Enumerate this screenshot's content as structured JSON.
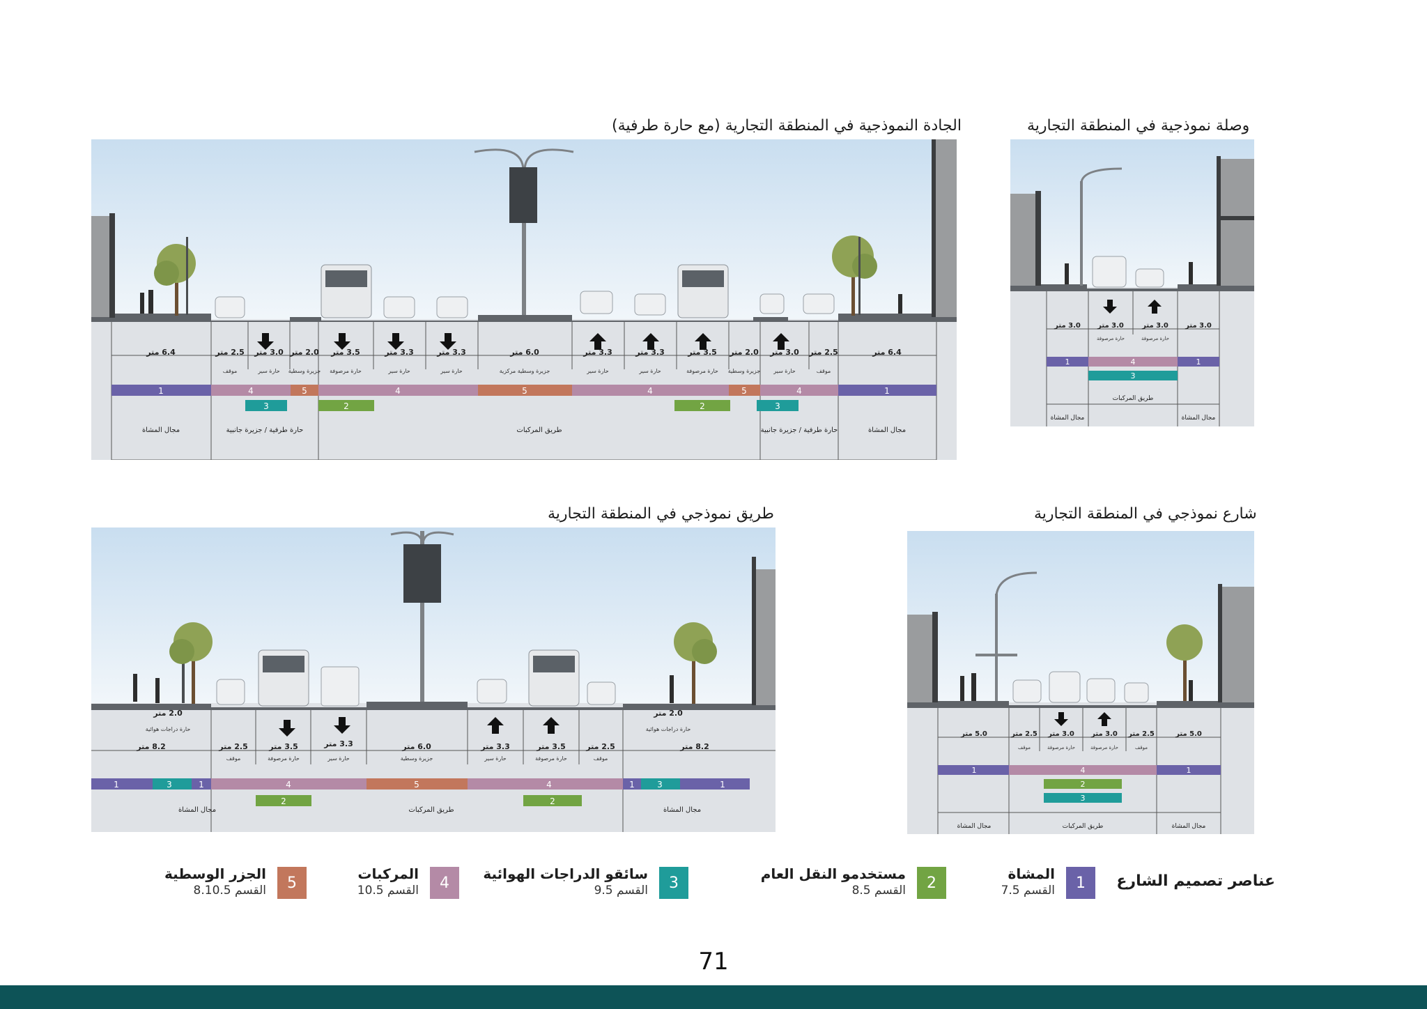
{
  "colors": {
    "pedestrian": "#6a62a8",
    "transit": "#72a443",
    "cyclist": "#1f9c9a",
    "vehicles": "#b48aa6",
    "median": "#c2775c",
    "footer": "#0d5357"
  },
  "panels": {
    "boulevard": {
      "title": "الجادة النموذجية في المنطقة التجارية (مع حارة طرفية)",
      "widths": [
        {
          "value": "6.4 متر",
          "desc": ""
        },
        {
          "value": "2.5 متر",
          "desc": "موقف"
        },
        {
          "value": "3.0 متر",
          "desc": "حارة سير"
        },
        {
          "value": "2.0 متر",
          "desc": "جزيرة وسطية"
        },
        {
          "value": "3.5 متر",
          "desc": "حارة مرصوفة"
        },
        {
          "value": "3.3 متر",
          "desc": "حارة سير"
        },
        {
          "value": "3.3 متر",
          "desc": "حارة سير"
        },
        {
          "value": "6.0 متر",
          "desc": "جزيرة وسطية مركزية"
        },
        {
          "value": "3.3 متر",
          "desc": "حارة سير"
        },
        {
          "value": "3.3 متر",
          "desc": "حارة سير"
        },
        {
          "value": "3.5 متر",
          "desc": "حارة مرصوفة"
        },
        {
          "value": "2.0 متر",
          "desc": "جزيرة وسطية"
        },
        {
          "value": "3.0 متر",
          "desc": "حارة سير"
        },
        {
          "value": "2.5 متر",
          "desc": "موقف"
        },
        {
          "value": "6.4 متر",
          "desc": ""
        }
      ],
      "bars": {
        "row1": [
          "1",
          "4",
          "5",
          "4",
          "5",
          "4",
          "5",
          "4",
          "1"
        ],
        "cyclist": [
          "3",
          "3"
        ],
        "transit": [
          "2",
          "2"
        ]
      },
      "zones": [
        "مجال المشاة",
        "حارة طرفية / جزيرة جانبية",
        "طريق المركبات",
        "حارة طرفية / جزيرة جانبية",
        "مجال المشاة"
      ]
    },
    "link": {
      "title": "وصلة نموذجية في المنطقة التجارية",
      "widths": [
        {
          "value": "3.0 متر",
          "desc": ""
        },
        {
          "value": "3.0 متر",
          "desc": "حارة مرصوفة"
        },
        {
          "value": "3.0 متر",
          "desc": "حارة مرصوفة"
        },
        {
          "value": "3.0 متر",
          "desc": ""
        }
      ],
      "bars": {
        "row1": [
          "1",
          "4",
          "1"
        ],
        "row2": [
          "3"
        ]
      },
      "zones": [
        "مجال المشاة",
        "طريق المركبات",
        "مجال المشاة"
      ]
    },
    "road": {
      "title": "طريق نموذجي في المنطقة التجارية",
      "widths": [
        {
          "value": "8.2 متر",
          "desc": ""
        },
        {
          "value": "2.0 متر",
          "desc": "حارة دراجات هوائية"
        },
        {
          "value": "2.5 متر",
          "desc": "موقف"
        },
        {
          "value": "3.5 متر",
          "desc": "حارة مرصوفة"
        },
        {
          "value": "3.3 متر",
          "desc": "حارة سير"
        },
        {
          "value": "6.0 متر",
          "desc": "جزيرة وسطية"
        },
        {
          "value": "3.3 متر",
          "desc": "حارة سير"
        },
        {
          "value": "3.5 متر",
          "desc": "حارة مرصوفة"
        },
        {
          "value": "2.5 متر",
          "desc": "موقف"
        },
        {
          "value": "8.2 متر",
          "desc": ""
        },
        {
          "value": "2.0 متر",
          "desc": "حارة دراجات هوائية"
        }
      ],
      "bars": {
        "row1": [
          "1",
          "3",
          "1",
          "4",
          "5",
          "4",
          "1",
          "3",
          "1"
        ],
        "transit": [
          "2",
          "2"
        ]
      },
      "zones": [
        "مجال المشاة",
        "طريق المركبات",
        "مجال المشاة"
      ]
    },
    "street": {
      "title": "شارع نموذجي في المنطقة التجارية",
      "widths": [
        {
          "value": "5.0 متر",
          "desc": ""
        },
        {
          "value": "2.5 متر",
          "desc": "موقف"
        },
        {
          "value": "3.0 متر",
          "desc": "حارة مرصوفة"
        },
        {
          "value": "3.0 متر",
          "desc": "حارة مرصوفة"
        },
        {
          "value": "2.5 متر",
          "desc": "موقف"
        },
        {
          "value": "5.0 متر",
          "desc": ""
        }
      ],
      "bars": {
        "row1": [
          "1",
          "4",
          "1"
        ],
        "row2": [
          "2"
        ],
        "row3": [
          "3"
        ]
      },
      "zones": [
        "مجال المشاة",
        "طريق المركبات",
        "مجال المشاة"
      ]
    }
  },
  "legend": {
    "heading": "عناصر تصميم الشارع",
    "items": [
      {
        "num": "1",
        "name": "المشاة",
        "section": "القسم 7.5",
        "color": "#6a62a8"
      },
      {
        "num": "2",
        "name": "مستخدمو النقل العام",
        "section": "القسم 8.5",
        "color": "#72a443"
      },
      {
        "num": "3",
        "name": "سائقو الدراجات الهوائية",
        "section": "القسم 9.5",
        "color": "#1f9c9a"
      },
      {
        "num": "4",
        "name": "المركبات",
        "section": "القسم 10.5",
        "color": "#b48aa6"
      },
      {
        "num": "5",
        "name": "الجزر الوسطية",
        "section": "القسم 8.10.5",
        "color": "#c2775c"
      }
    ]
  },
  "page_number": "71"
}
